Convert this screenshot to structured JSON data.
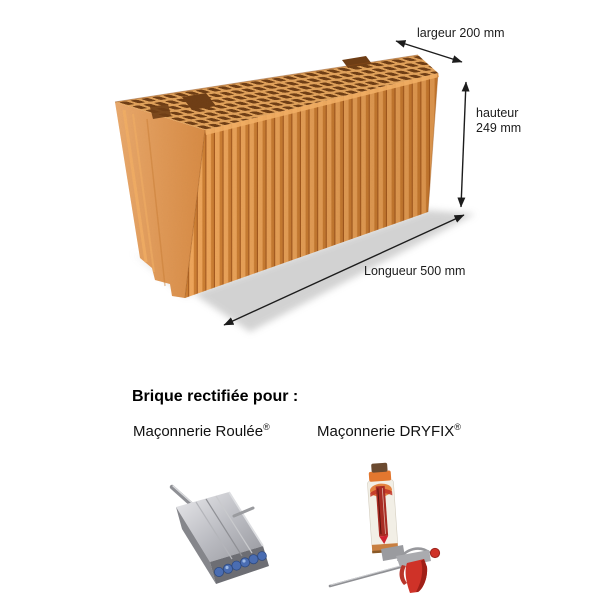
{
  "colors": {
    "brick_top": "#e2a35c",
    "brick_holes": "#6e3d15",
    "ridge_light": "#f0a75c",
    "ridge_mid": "#cf8034",
    "ridge_dark": "#a75a1e",
    "end_face": "#e6984f",
    "end_face_light": "#f4b066",
    "shadow": "#cbcbcb",
    "ink": "#1c1c1c",
    "metal_light": "#e3e3e6",
    "metal_mid": "#a9aaaf",
    "metal_dark": "#7f8086",
    "roller_blue": "#4a6db2",
    "red_accent": "#cf3228",
    "cartridge_body": "#f2efe6",
    "cartridge_orange": "#e2772f",
    "cartridge_cap": "#6b4a30",
    "cartridge_label": "#a82c24"
  },
  "diagram": {
    "width_label": "largeur 200 mm",
    "height_label": "hauteur",
    "height_value": "249 mm",
    "length_label": "Longueur 500 mm"
  },
  "section": {
    "heading": "Brique rectifiée pour :",
    "methods": [
      {
        "label": "Maçonnerie Roulée",
        "mark": "®"
      },
      {
        "label": "Maçonnerie DRYFIX",
        "mark": "®"
      }
    ]
  }
}
